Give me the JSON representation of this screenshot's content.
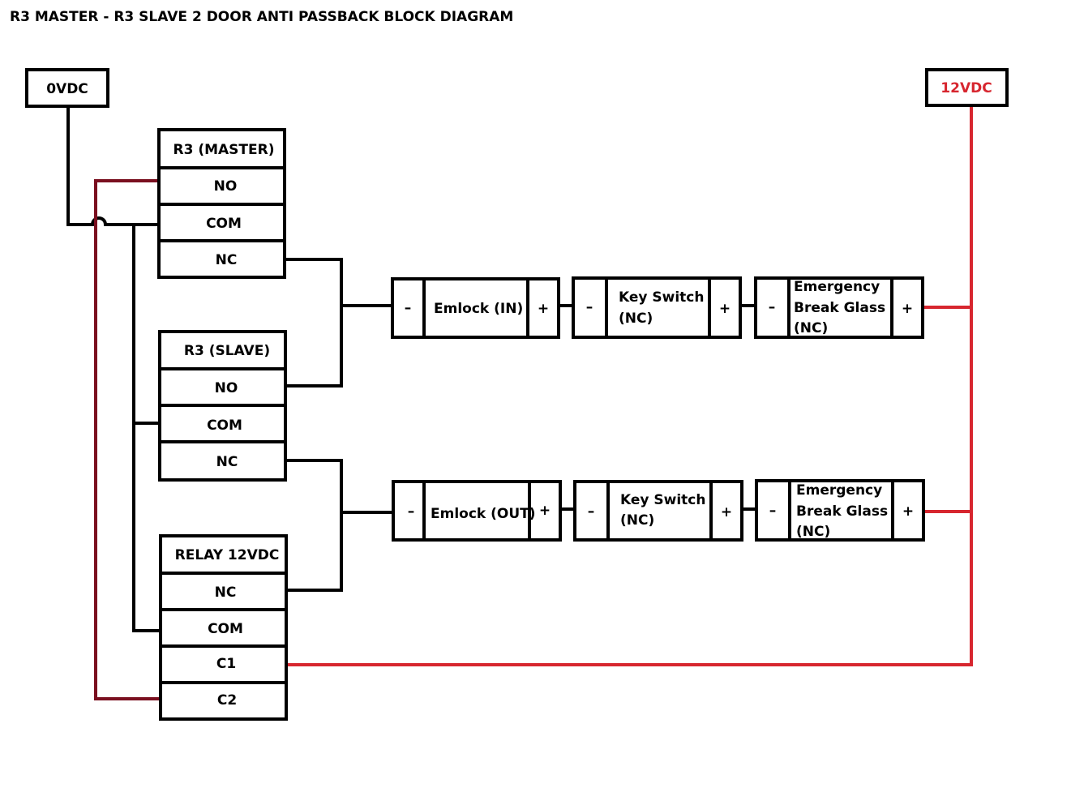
{
  "title": "R3 MASTER - R3 SLAVE 2 DOOR ANTI PASSBACK BLOCK DIAGRAM",
  "colors": {
    "wire": "#000000",
    "positive": "#d7262f",
    "c2_link": "#7a0f1f"
  },
  "power": {
    "negative": "0VDC",
    "positive": "12VDC"
  },
  "master": {
    "header": "R3 (MASTER)",
    "no": "NO",
    "com": "COM",
    "nc": "NC"
  },
  "slave": {
    "header": "R3 (SLAVE)",
    "no": "NO",
    "com": "COM",
    "nc": "NC"
  },
  "relay": {
    "header": "RELAY 12VDC",
    "nc": "NC",
    "com": "COM",
    "c1": "C1",
    "c2": "C2"
  },
  "chain_in": {
    "emlock": {
      "minus": "–",
      "line1": "Emlock (IN)",
      "plus": "+"
    },
    "keyswitch": {
      "minus": "–",
      "line1": "Key Switch",
      "line2": "(NC)",
      "plus": "+"
    },
    "breakglass": {
      "minus": "–",
      "line1": "Emergency",
      "line2": "Break Glass",
      "line3": "(NC)",
      "plus": "+"
    }
  },
  "chain_out": {
    "emlock": {
      "minus": "–",
      "line1": "Emlock (OUT)",
      "plus": "+"
    },
    "keyswitch": {
      "minus": "–",
      "line1": "Key Switch",
      "line2": "(NC)",
      "plus": "+"
    },
    "breakglass": {
      "minus": "–",
      "line1": "Emergency",
      "line2": "Break Glass",
      "line3": "(NC)",
      "plus": "+"
    }
  }
}
